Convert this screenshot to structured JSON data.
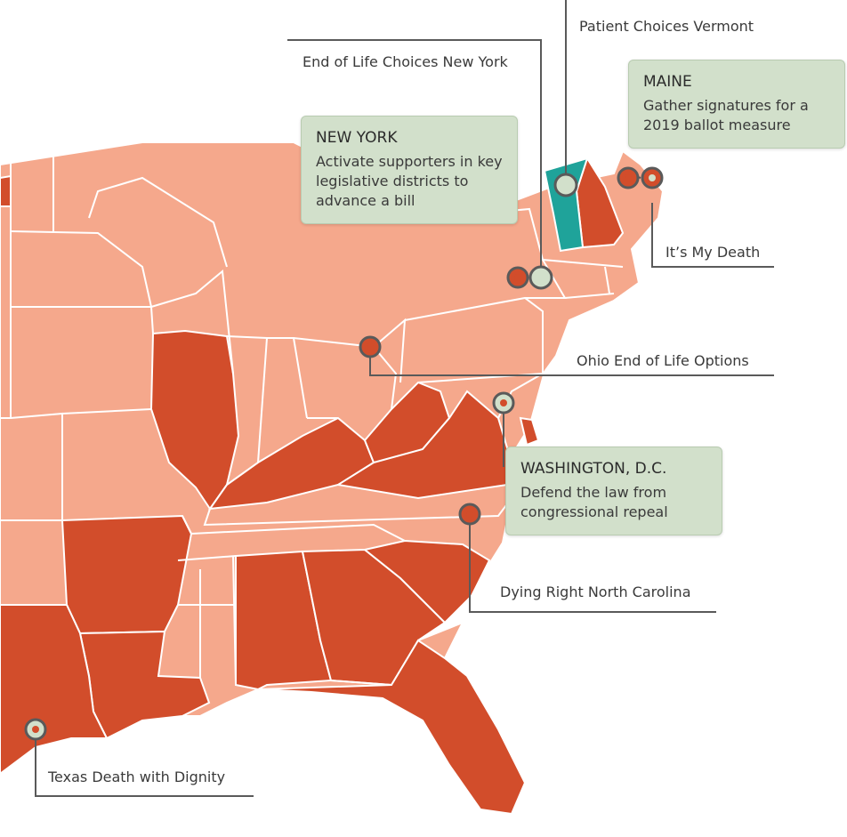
{
  "labels": {
    "vermont": "Patient Choices Vermont",
    "new_york": "End of Life Choices New York",
    "maine": "It’s My Death",
    "ohio": "Ohio End of Life Options",
    "north_carolina": "Dying Right North Carolina",
    "texas": "Texas Death with Dignity"
  },
  "callouts": {
    "maine": {
      "title": "MAINE",
      "body": "Gather signatures for a 2019 ballot measure"
    },
    "new_york": {
      "title": "NEW YORK",
      "body": "Activate supporters in key legislative districts to advance a bill"
    },
    "dc": {
      "title": "WASHINGTON, D.C.",
      "body": "Defend the law from congressional repeal"
    }
  },
  "colors": {
    "light_state": "#f5a88c",
    "dark_state": "#d24d2b",
    "law_state": "#1fa39a",
    "callout_bg": "#d2e0cb",
    "marker_dot": "#d24d2b"
  }
}
